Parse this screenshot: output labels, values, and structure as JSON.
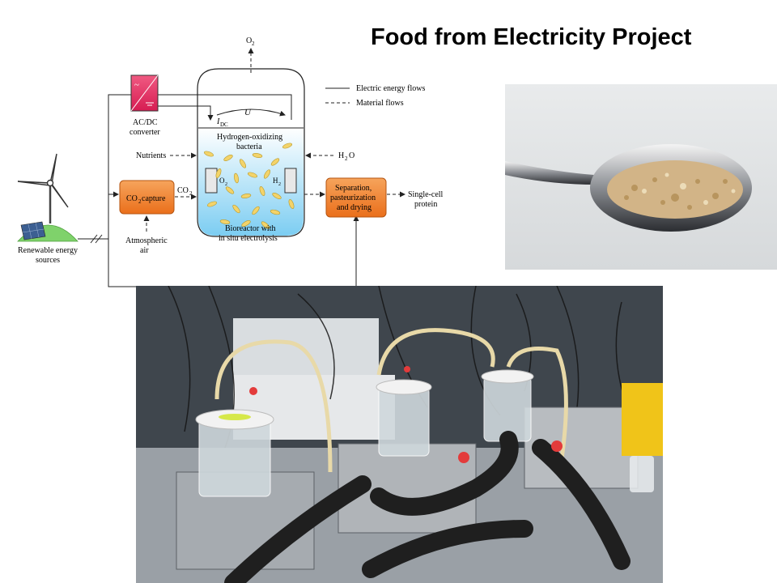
{
  "slide": {
    "title": "Food from Electricity Project"
  },
  "diagram": {
    "o2_top": "O",
    "o2_top_sub": "2",
    "legend_electric": "Electric energy flows",
    "legend_material": "Material flows",
    "converter_label_1": "AC/DC",
    "converter_label_2": "converter",
    "converter_symbol": "~",
    "voltage": "U",
    "current": "I",
    "current_sub": "DC",
    "bacteria_1": "Hydrogen-oxidizing",
    "bacteria_2": "bacteria",
    "nutrients": "Nutrients",
    "h2o_in": "H",
    "h2o_sub": "2",
    "h2o_o": "O",
    "electrode_left": "O",
    "electrode_left_sub": "2",
    "electrode_right": "H",
    "electrode_right_sub": "2",
    "co2_capture_1": "CO",
    "co2_capture_sub": "2",
    "co2_capture_2": " capture",
    "co2_flow": "CO",
    "co2_flow_sub": "2",
    "atmospheric_1": "Atmospheric",
    "atmospheric_2": "air",
    "bioreactor_1": "Bioreactor with",
    "bioreactor_2": "in situ electrolysis",
    "separation_1": "Separation,",
    "separation_2": "pasteurization",
    "separation_3": "and drying",
    "product_1": "Single-cell",
    "product_2": "protein",
    "renewable_1": "Renewable energy",
    "renewable_2": "sources"
  },
  "colors": {
    "converter": "#e0275e",
    "orange_box": "#f07d2c",
    "liquid_top": "#ffffff",
    "liquid_bottom": "#7ccdf2",
    "bacteria": "#f3d36a",
    "hill": "#7fd26b"
  }
}
